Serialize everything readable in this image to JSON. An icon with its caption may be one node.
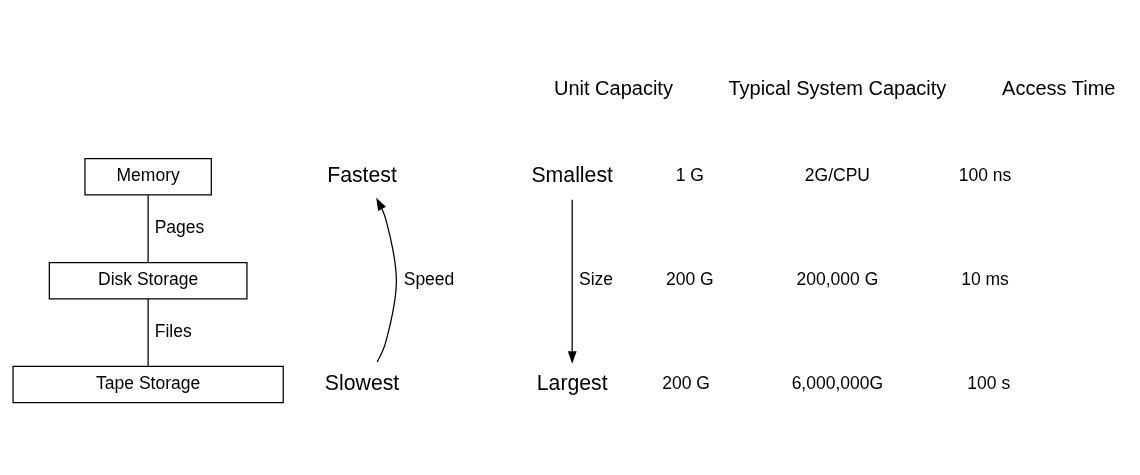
{
  "diagram": {
    "nodes": [
      {
        "text": [
          "Memory"
        ]
      },
      {
        "text": [
          "Disk Storage"
        ]
      },
      {
        "text": [
          "Tape Storage"
        ]
      },
      {
        "text": [
          "Fastest"
        ]
      },
      {
        "text": [
          "Slowest"
        ]
      },
      {
        "text": [
          "Smallest"
        ]
      },
      {
        "text": [
          "Largest"
        ]
      }
    ],
    "edges": [
      {
        "from": 0,
        "to": 1,
        "arrow": "none",
        "label": "Pages"
      },
      {
        "from": 1,
        "to": 2,
        "arrow": "none",
        "label": "Files"
      },
      {
        "from": 4,
        "to": 3,
        "arrow": "to",
        "label": "Speed"
      },
      {
        "from": 5,
        "to": 6,
        "arrow": "to",
        "label": "Size"
      }
    ],
    "labels": [
      "Unit Capacity",
      "Typical System Capacity",
      "Access Time",
      "1 G",
      "2G/CPU",
      "100 ns",
      "200 G",
      "200,000 G",
      "10 ms",
      "200 G",
      "6,000,000G",
      "100 s"
    ]
  }
}
